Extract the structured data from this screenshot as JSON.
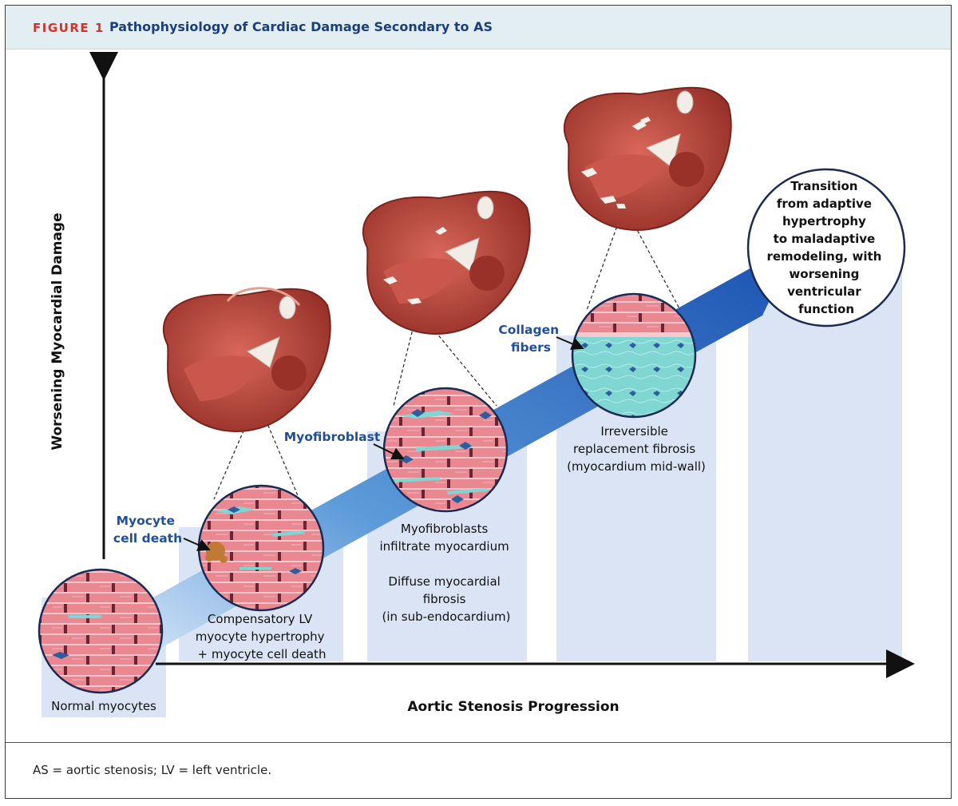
{
  "header": {
    "figure_label": "FIGURE 1",
    "title": "Pathophysiology of Cardiac Damage Secondary to AS"
  },
  "axes": {
    "y_label": "Worsening Myocardial Damage",
    "x_label": "Aortic Stenosis Progression"
  },
  "stages": [
    {
      "lines": [
        "Normal myocytes"
      ]
    },
    {
      "lines": [
        "Compensatory LV",
        "myocyte hypertrophy",
        "+ myocyte cell death"
      ]
    },
    {
      "lines": [
        "Myofibroblasts",
        "infiltrate myocardium",
        "",
        "Diffuse myocardial",
        "fibrosis",
        "(in sub-endocardium)"
      ]
    },
    {
      "lines": [
        "Irreversible",
        "replacement fibrosis",
        "(myocardium mid-wall)"
      ]
    }
  ],
  "callouts": {
    "myocyte_death": [
      "Myocyte",
      "cell death"
    ],
    "myofibroblast": [
      "Myofibroblast"
    ],
    "collagen": [
      "Collagen",
      "fibers"
    ]
  },
  "transition": [
    "Transition",
    "from adaptive",
    "hypertrophy",
    "to maladaptive",
    "remodeling, with",
    "worsening",
    "ventricular",
    "function"
  ],
  "caption": "AS = aortic stenosis; LV = left ventricle.",
  "colors": {
    "accent_red": "#d9302c",
    "title_blue": "#1c3f7c",
    "arrow_blue": "#2a67c0",
    "bar_fill": "#dbe4f4",
    "myocyte_pink": "#e9808c",
    "heart_red": "#b8453a"
  }
}
